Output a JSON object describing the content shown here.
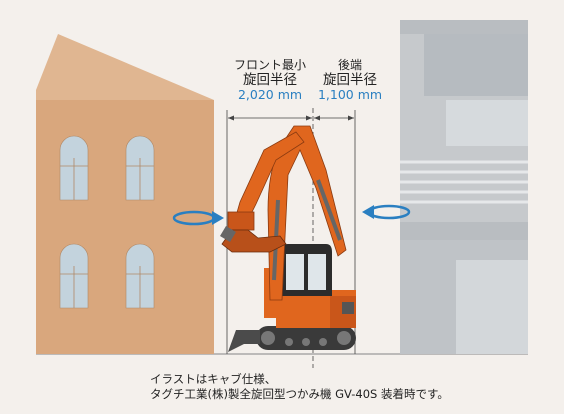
{
  "labels": {
    "front_title_1": "フロント最小",
    "front_title_2": "旋回半径",
    "front_value": "2,020 mm",
    "rear_title_1": "後端",
    "rear_title_2": "旋回半径",
    "rear_value": "1,100 mm"
  },
  "caption": {
    "line1": "イラストはキャブ仕様、",
    "line2": "タグチ工業(株)製全旋回型つかみ機 GV-40S 装着時です。"
  },
  "colors": {
    "background": "#f4f0ec",
    "left_building": "#d9a77d",
    "right_building": "#c6c9cc",
    "machine_orange": "#e0661e",
    "arrow_blue": "#2a7fc1",
    "value_text": "#2a7fc1"
  }
}
